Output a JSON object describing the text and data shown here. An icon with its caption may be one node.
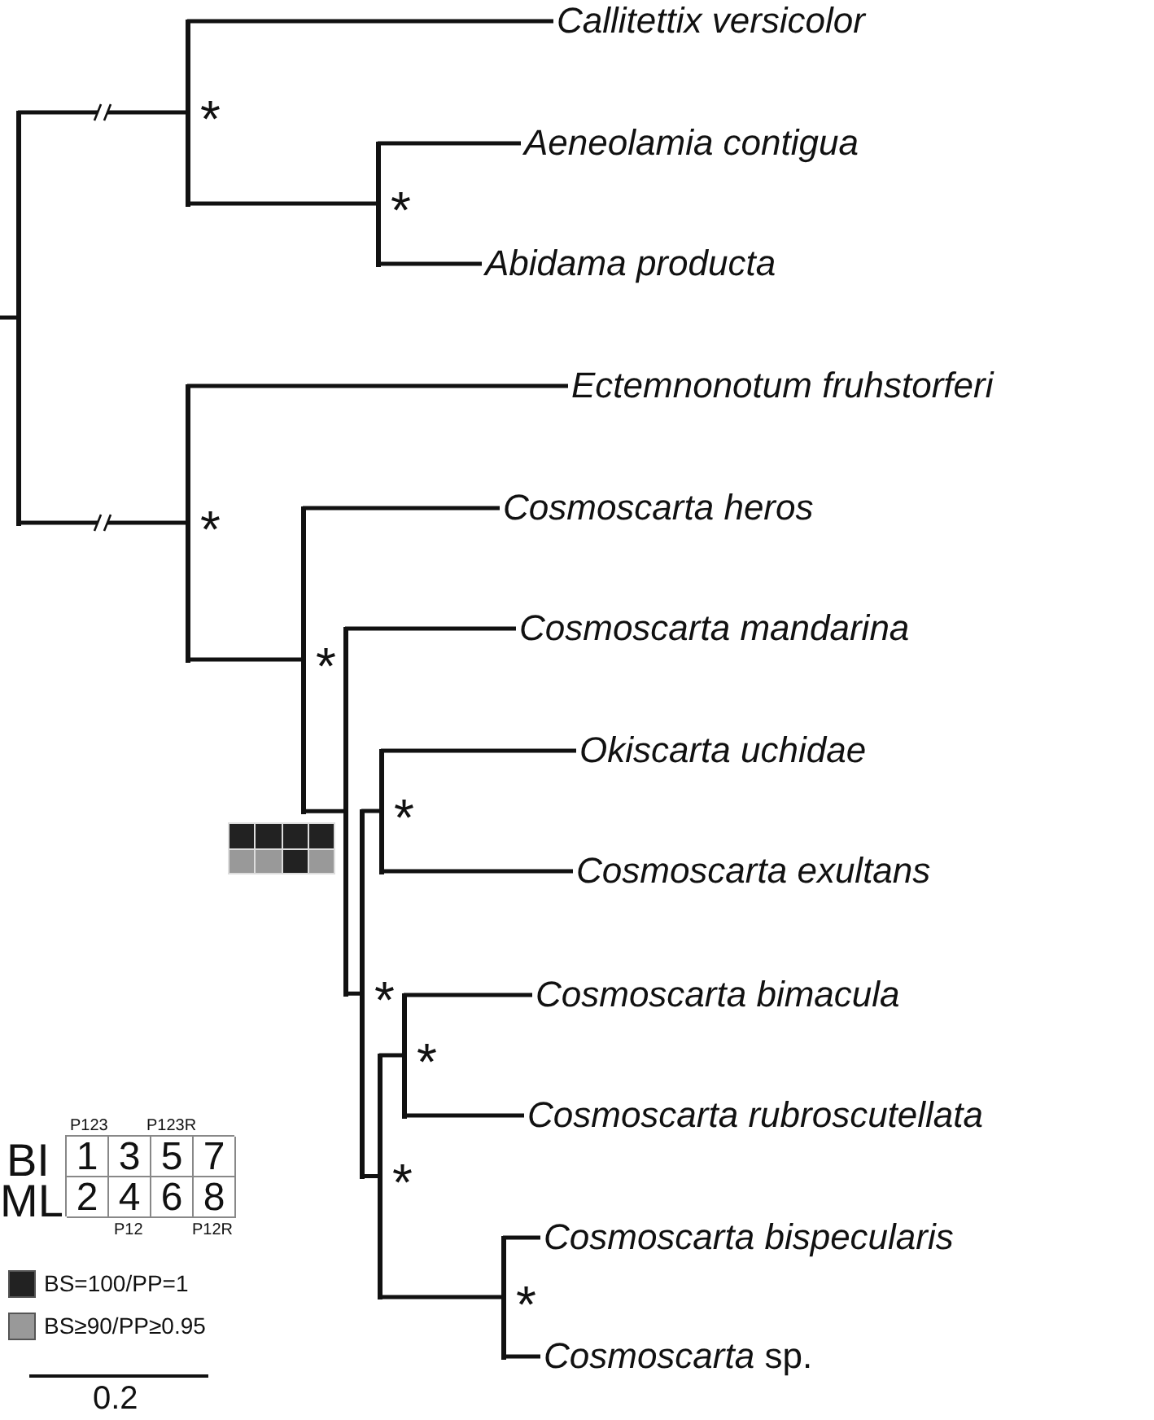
{
  "diagram": {
    "nodes": [
      {
        "text": [],
        "shape": "bar"
      },
      {
        "text": [],
        "shape": "bar",
        "beside": [
          "*"
        ]
      },
      {
        "text": [
          "Callitettix versicolor"
        ]
      },
      {
        "text": [],
        "shape": "bar",
        "beside": [
          "*"
        ]
      },
      {
        "text": [
          "Aeneolamia contigua"
        ]
      },
      {
        "text": [
          "Abidama producta"
        ]
      },
      {
        "text": [],
        "shape": "bar",
        "beside": [
          "*"
        ]
      },
      {
        "text": [
          "Ectemnonotum fruhstorferi"
        ]
      },
      {
        "text": [],
        "shape": "bar",
        "beside": [
          "*"
        ]
      },
      {
        "text": [
          "Cosmoscarta heros"
        ]
      },
      {
        "text": [],
        "shape": "bar"
      },
      {
        "text": [
          "Cosmoscarta mandarina"
        ]
      },
      {
        "text": [],
        "shape": "bar",
        "beside": [
          "*"
        ]
      },
      {
        "text": [],
        "shape": "bar",
        "beside": [
          "*"
        ]
      },
      {
        "text": [
          "Okiscarta uchidae"
        ]
      },
      {
        "text": [
          "Cosmoscarta exultans"
        ]
      },
      {
        "text": [],
        "shape": "bar",
        "beside": [
          "*"
        ]
      },
      {
        "text": [],
        "shape": "bar",
        "beside": [
          "*"
        ]
      },
      {
        "text": [
          "Cosmoscarta bimacula"
        ]
      },
      {
        "text": [
          "Cosmoscarta rubroscutellata"
        ]
      },
      {
        "text": [],
        "shape": "bar",
        "beside": [
          "*"
        ]
      },
      {
        "text": [
          "Cosmoscarta bispecularis"
        ]
      },
      {
        "text": [
          "Cosmoscarta *sp.*"
        ]
      },
      {
        "text": [],
        "shape": "box"
      }
    ],
    "edges": [
      {
        "from": null,
        "to": 0,
        "arrow": "none"
      },
      {
        "from": 0,
        "to": 1,
        "arrow": "none"
      },
      {
        "from": 0,
        "to": 6,
        "arrow": "none"
      },
      {
        "from": 1,
        "to": 2,
        "arrow": "none"
      },
      {
        "from": 1,
        "to": 3,
        "arrow": "none"
      },
      {
        "from": 3,
        "to": 4,
        "arrow": "none"
      },
      {
        "from": 3,
        "to": 5,
        "arrow": "none"
      },
      {
        "from": 6,
        "to": 7,
        "arrow": "none"
      },
      {
        "from": 6,
        "to": 8,
        "arrow": "none"
      },
      {
        "from": 8,
        "to": 9,
        "arrow": "none"
      },
      {
        "from": 8,
        "to": 10,
        "arrow": "none"
      },
      {
        "from": 10,
        "to": 11,
        "arrow": "none"
      },
      {
        "from": 10,
        "to": 12,
        "arrow": "none"
      },
      {
        "from": 12,
        "to": 13,
        "arrow": "none"
      },
      {
        "from": 13,
        "to": 14,
        "arrow": "none"
      },
      {
        "from": 13,
        "to": 15,
        "arrow": "none"
      },
      {
        "from": 12,
        "to": 16,
        "arrow": "none"
      },
      {
        "from": 16,
        "to": 17,
        "arrow": "none"
      },
      {
        "from": 17,
        "to": 18,
        "arrow": "none"
      },
      {
        "from": 17,
        "to": 19,
        "arrow": "none"
      },
      {
        "from": 16,
        "to": 20,
        "arrow": "none"
      },
      {
        "from": 20,
        "to": 21,
        "arrow": "none"
      },
      {
        "from": 20,
        "to": 22,
        "arrow": "none"
      }
    ],
    "labels": [
      "P123",
      "P123R",
      "BI",
      "1",
      "3",
      "5",
      "7",
      "ML",
      "2",
      "4",
      "6",
      "8",
      "P12",
      "P12R",
      "0.2"
    ],
    "legend": [
      {
        "text": "BS=100/PP=1",
        "color": "#222222"
      },
      {
        "text": "BS≥90/PP≥0.95",
        "color": "#999999"
      }
    ]
  }
}
